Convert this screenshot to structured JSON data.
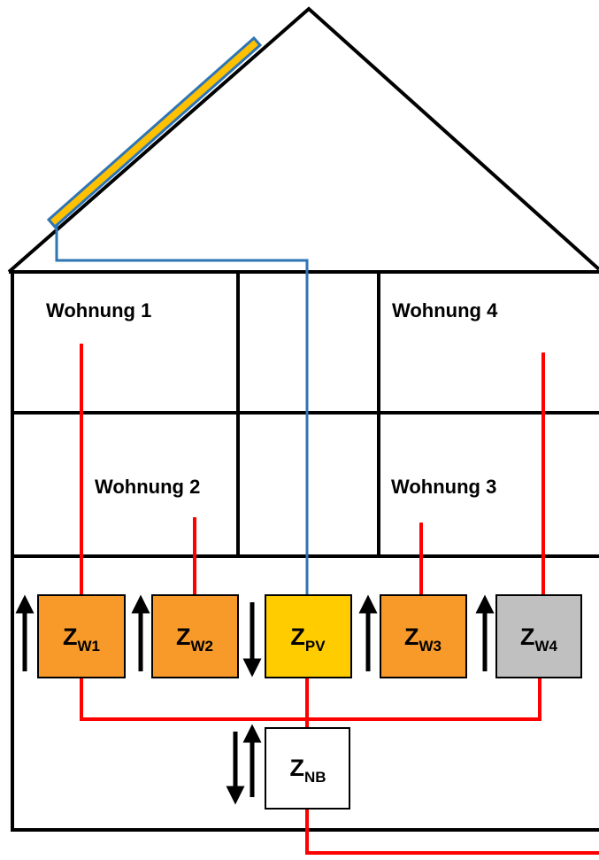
{
  "colors": {
    "wall": "#000000",
    "power_line": "#ff0000",
    "pv_line": "#2e75b6",
    "pv_panel_fill": "#ffc000",
    "pv_panel_stroke": "#2e75b6",
    "meter_consumer": "#f79a2a",
    "meter_pv": "#ffcc00",
    "meter_inactive": "#c0c0c0",
    "meter_grid": "#ffffff"
  },
  "apartments": [
    {
      "label": "Wohnung 1"
    },
    {
      "label": "Wohnung 2"
    },
    {
      "label": "Wohnung 3"
    },
    {
      "label": "Wohnung 4"
    }
  ],
  "meters": [
    {
      "main": "Z",
      "sub": "W1",
      "arrow": "up",
      "color": "#f79a2a"
    },
    {
      "main": "Z",
      "sub": "W2",
      "arrow": "up",
      "color": "#f79a2a"
    },
    {
      "main": "Z",
      "sub": "PV",
      "arrow": "down",
      "color": "#ffcc00"
    },
    {
      "main": "Z",
      "sub": "W3",
      "arrow": "up",
      "color": "#f79a2a"
    },
    {
      "main": "Z",
      "sub": "W4",
      "arrow": "up",
      "color": "#c0c0c0"
    },
    {
      "main": "Z",
      "sub": "NB",
      "arrow": "both",
      "color": "#ffffff"
    }
  ],
  "icons": {
    "pv_panel": "solar-panel-icon",
    "flow_up": "arrow-up-icon",
    "flow_down": "arrow-down-icon"
  }
}
